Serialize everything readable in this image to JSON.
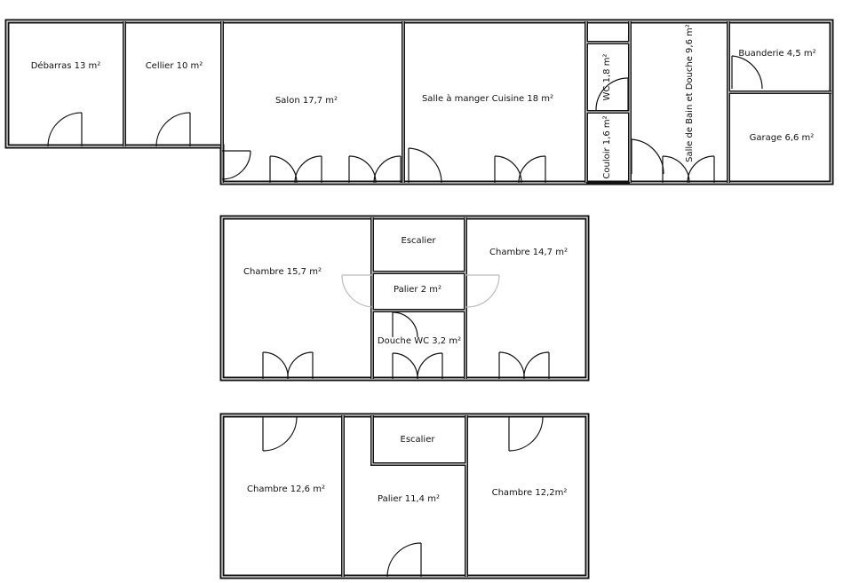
{
  "rooms": {
    "debarras": "Débarras 13 m²",
    "cellier": "Cellier 10 m²",
    "salon": "Salon 17,7 m²",
    "salle_manger": "Salle à manger Cuisine 18 m²",
    "wc_rdc": "WC 1,8 m²",
    "couloir": "Couloir 1,6 m²",
    "sdb": "Salle de Bain et Douche 9,6 m²",
    "buanderie": "Buanderie 4,5 m²",
    "garage": "Garage 6,6 m²",
    "chambre_157": "Chambre 15,7 m²",
    "escalier_1": "Escalier",
    "palier_2": "Palier 2 m²",
    "douche_wc": "Douche WC 3,2 m²",
    "chambre_147": "Chambre 14,7 m²",
    "chambre_126": "Chambre 12,6 m²",
    "escalier_2": "Escalier",
    "palier_114": "Palier 11,4 m²",
    "chambre_122": "Chambre  12,2m²"
  }
}
